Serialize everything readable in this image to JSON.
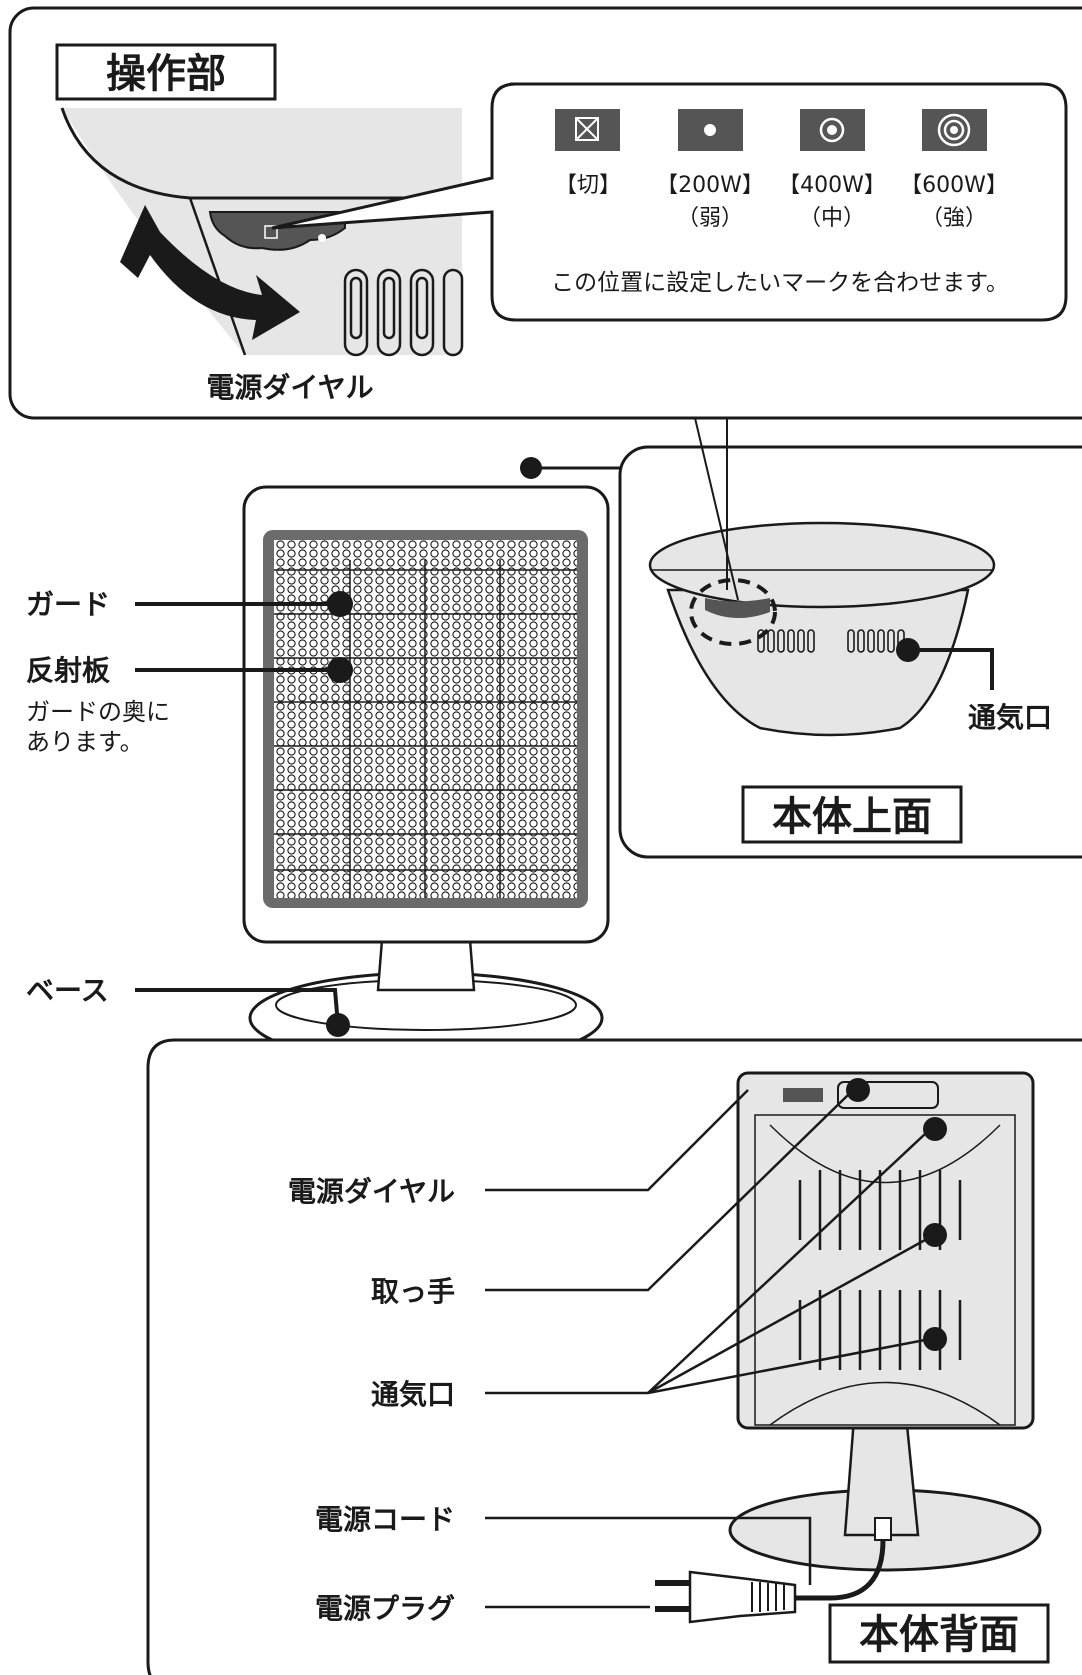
{
  "control_panel": {
    "title": "操作部",
    "dial_label": "電源ダイヤル",
    "modes": [
      {
        "icon": "off-icon",
        "setting": "【切】",
        "level": ""
      },
      {
        "icon": "dot-icon",
        "setting": "【200W】",
        "level": "（弱）"
      },
      {
        "icon": "ring-icon",
        "setting": "【400W】",
        "level": "（中）"
      },
      {
        "icon": "double-ring-icon",
        "setting": "【600W】",
        "level": "（強）"
      }
    ],
    "instruction": "この位置に設定したいマークを合わせます。"
  },
  "front": {
    "guard": "ガード",
    "reflector": "反射板",
    "reflector_note_1": "ガードの奥に",
    "reflector_note_2": "あります。",
    "base": "ベース"
  },
  "top_view": {
    "vent": "通気口",
    "title": "本体上面"
  },
  "back_view": {
    "title": "本体背面",
    "labels": {
      "dial": "電源ダイヤル",
      "handle": "取っ手",
      "vent": "通気口",
      "cord": "電源コード",
      "plug": "電源プラグ"
    }
  },
  "colors": {
    "outline": "#1a1a1a",
    "panel_fill": "#e6e6e6",
    "guard_frame": "#6b6b6b",
    "icon_box": "#555555"
  }
}
